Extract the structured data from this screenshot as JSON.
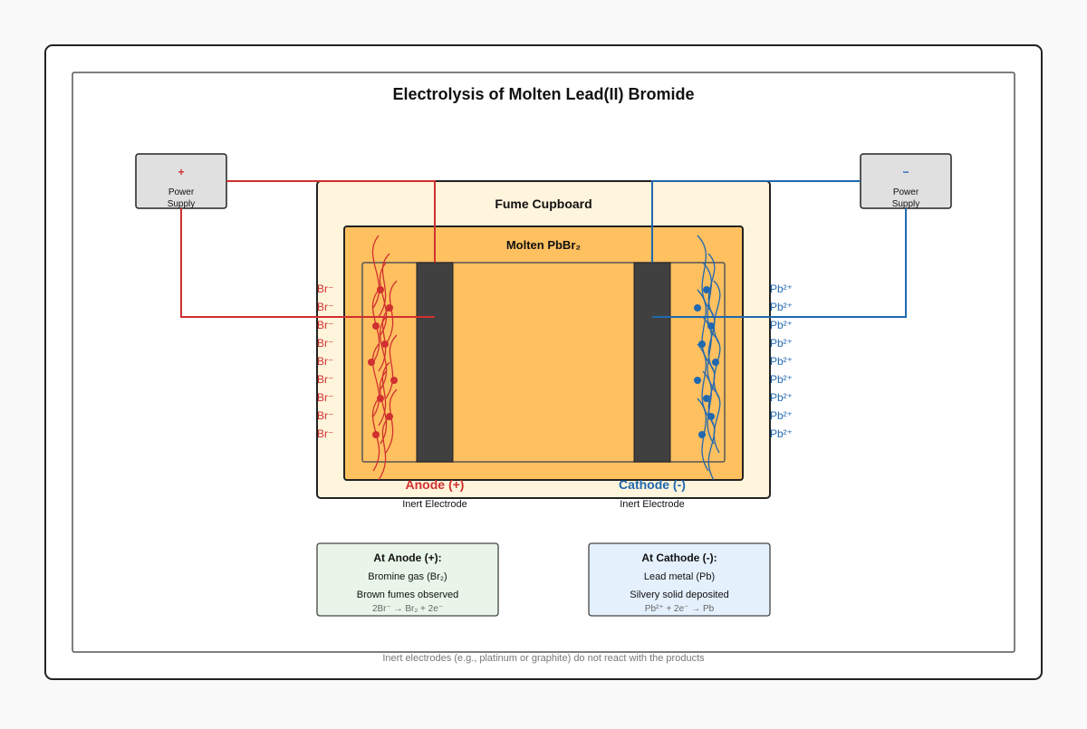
{
  "diagram": {
    "title": "Electrolysis of Molten Lead(II) Bromide",
    "footnote": "Inert electrodes (e.g., platinum or graphite) do not react with the products"
  },
  "power_left": {
    "sign": "+",
    "label_line1": "Power",
    "label_line2": "Supply"
  },
  "power_right": {
    "sign": "−",
    "label_line1": "Power",
    "label_line2": "Supply"
  },
  "fume_cupboard": {
    "label": "Fume Cupboard"
  },
  "molten": {
    "label": "Molten PbBr₂"
  },
  "anode": {
    "label": "Anode (+)",
    "sublabel": "Inert Electrode"
  },
  "cathode": {
    "label": "Cathode (-)",
    "sublabel": "Inert Electrode"
  },
  "ions": {
    "anion": "Br⁻",
    "cation": "Pb²⁺",
    "anion_count": 9,
    "cation_count": 9
  },
  "anode_box": {
    "title": "At Anode (+):",
    "line1": "Bromine gas (Br₂)",
    "line2": "Brown fumes observed",
    "equation": "2Br⁻ → Br₂ + 2e⁻"
  },
  "cathode_box": {
    "title": "At Cathode (-):",
    "line1": "Lead metal (Pb)",
    "line2": "Silvery solid deposited",
    "equation": "Pb²⁺ + 2e⁻ → Pb"
  },
  "colors": {
    "positive": "#d03030",
    "negative": "#2068b0",
    "electrode": "#404040",
    "molten": "#ffc060",
    "cupboard": "#fff4dc",
    "anode_box_bg": "#e8f5e8",
    "cathode_box_bg": "#e4f0fc",
    "power_box_bg": "#e0e0e0"
  }
}
